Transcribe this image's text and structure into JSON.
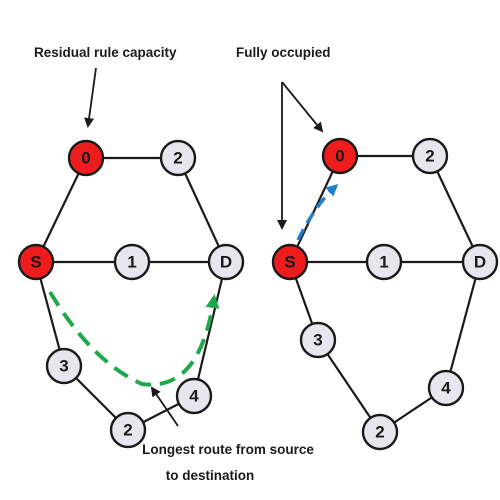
{
  "annotations": {
    "residual": "Residual rule capacity",
    "fully": "Fully occupied",
    "longest_line1": "Longest route from source",
    "longest_line2": "to destination"
  },
  "graphs": [
    {
      "name": "left",
      "nodes": [
        {
          "id": "0",
          "label": "0",
          "state": "red"
        },
        {
          "id": "2",
          "label": "2",
          "state": "white"
        },
        {
          "id": "S",
          "label": "S",
          "state": "red"
        },
        {
          "id": "1",
          "label": "1",
          "state": "white"
        },
        {
          "id": "D",
          "label": "D",
          "state": "white"
        },
        {
          "id": "3",
          "label": "3",
          "state": "white"
        },
        {
          "id": "2b",
          "label": "2",
          "state": "white"
        },
        {
          "id": "4",
          "label": "4",
          "state": "white"
        }
      ]
    },
    {
      "name": "right",
      "nodes": [
        {
          "id": "0",
          "label": "0",
          "state": "red"
        },
        {
          "id": "2",
          "label": "2",
          "state": "white"
        },
        {
          "id": "S",
          "label": "S",
          "state": "red"
        },
        {
          "id": "1",
          "label": "1",
          "state": "white"
        },
        {
          "id": "D",
          "label": "D",
          "state": "white"
        },
        {
          "id": "3",
          "label": "3",
          "state": "white"
        },
        {
          "id": "2b",
          "label": "2",
          "state": "white"
        },
        {
          "id": "4",
          "label": "4",
          "state": "white"
        }
      ]
    }
  ],
  "colors": {
    "red_node": "#ee1c1c",
    "white_node": "#e6e6ee",
    "green_route": "#1ea84a",
    "blue_route": "#1f7fc8"
  }
}
